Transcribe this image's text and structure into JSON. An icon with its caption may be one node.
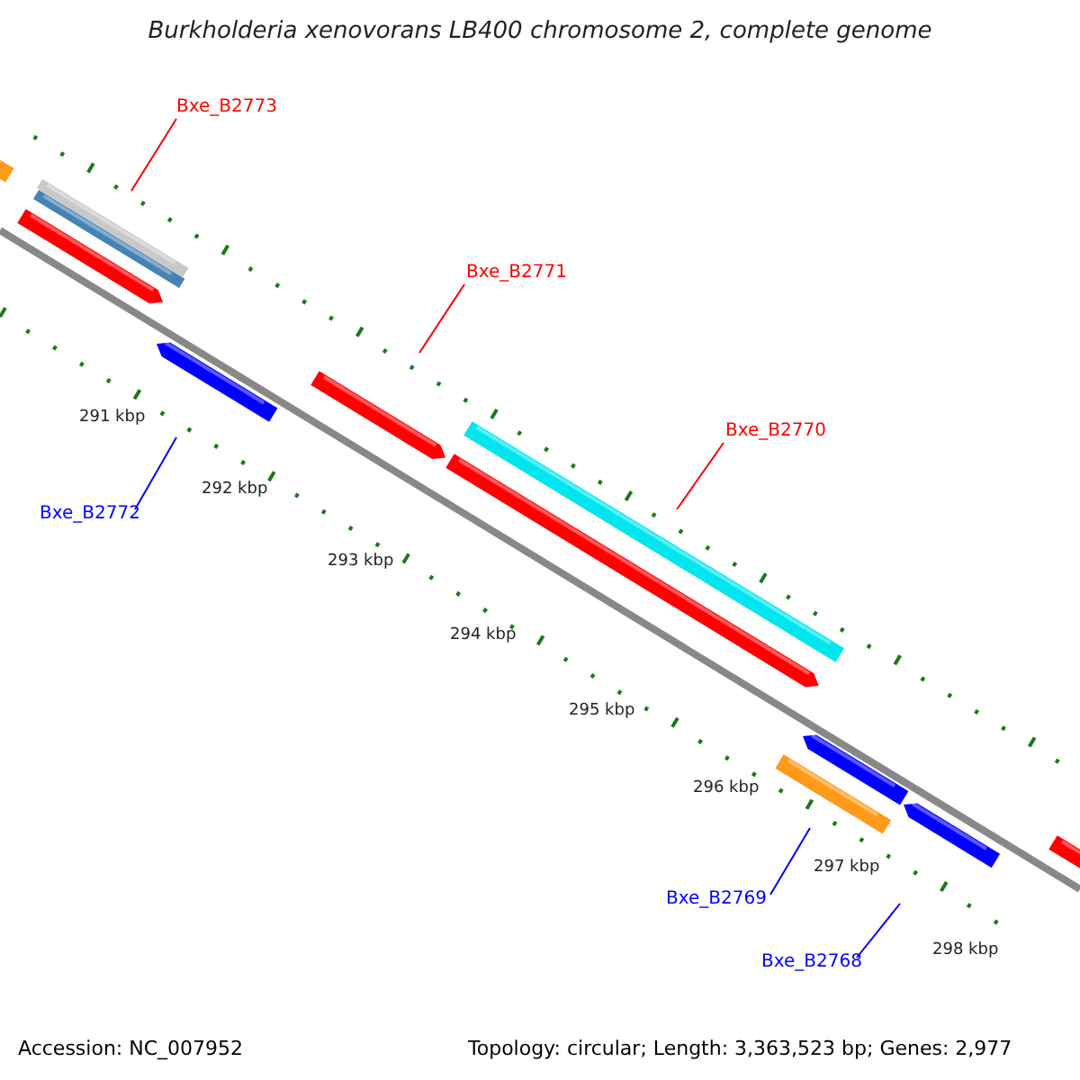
{
  "diagram": {
    "title": "Burkholderia xenovorans LB400 chromosome 2, complete genome",
    "nodes": [
      {
        "text": [
          "Bxe_B2773"
        ]
      },
      {
        "text": [
          "Bxe_B2771"
        ]
      },
      {
        "text": [
          "Bxe_B2770"
        ]
      },
      {
        "text": [
          "Bxe_B2772"
        ]
      },
      {
        "text": [
          "Bxe_B2769"
        ]
      },
      {
        "text": [
          "Bxe_B2768"
        ]
      }
    ],
    "edges": [
      {
        "from": 0,
        "to": null,
        "arrow": "none",
        "color": "#ff0000"
      },
      {
        "from": 1,
        "to": null,
        "arrow": "none",
        "color": "#ff0000"
      },
      {
        "from": 2,
        "to": null,
        "arrow": "none",
        "color": "#ff0000"
      },
      {
        "from": 3,
        "to": null,
        "arrow": "none",
        "color": "#0000ff"
      },
      {
        "from": 4,
        "to": null,
        "arrow": "none",
        "color": "#0000ff"
      },
      {
        "from": 5,
        "to": null,
        "arrow": "none",
        "color": "#0000ff"
      }
    ],
    "labels": [
      "291 kbp",
      "292 kbp",
      "293 kbp",
      "294 kbp",
      "295 kbp",
      "296 kbp",
      "297 kbp",
      "298 kbp",
      "Accession: NC_007952",
      "Topology: circular; Length: 3,363,523 bp; Genes: 2,977"
    ]
  }
}
